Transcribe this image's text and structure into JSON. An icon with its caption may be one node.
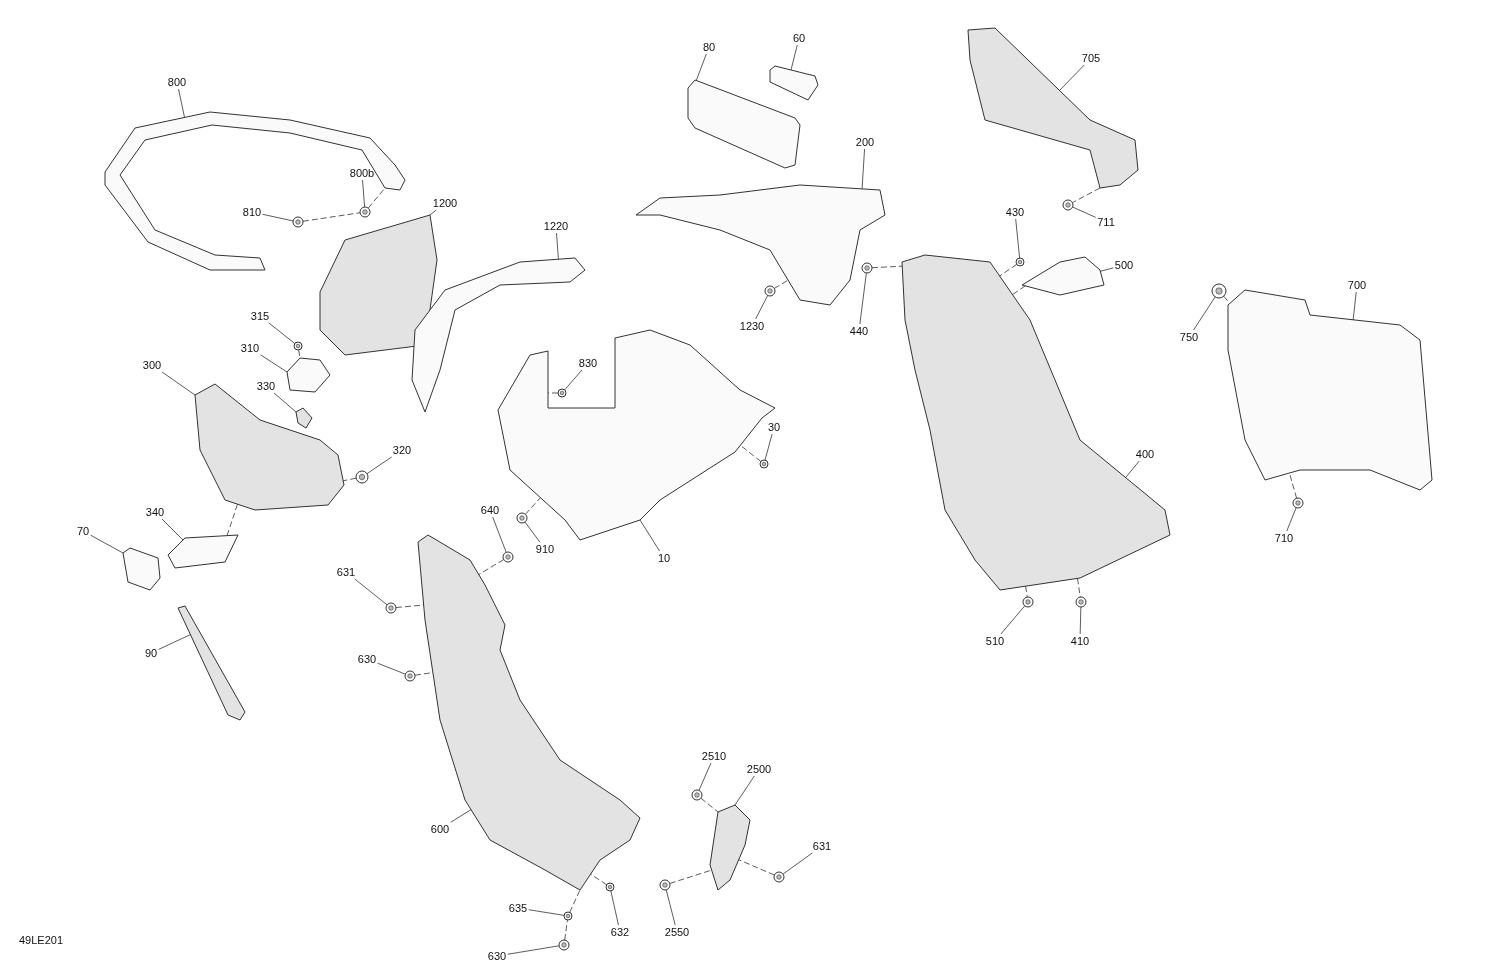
{
  "diagram": {
    "nodes": [
      {
        "text": [
          "800"
        ]
      },
      {
        "text": [],
        "shape": "picture"
      },
      {
        "text": [
          "800b"
        ]
      },
      {
        "text": [],
        "shape": "picture"
      },
      {
        "text": [
          "810"
        ]
      },
      {
        "text": [],
        "shape": "picture"
      },
      {
        "text": [
          "1200"
        ]
      },
      {
        "text": [],
        "shape": "picture"
      },
      {
        "text": [
          "1220"
        ]
      },
      {
        "text": [],
        "shape": "picture"
      },
      {
        "text": [
          "80"
        ]
      },
      {
        "text": [],
        "shape": "picture"
      },
      {
        "text": [
          "60"
        ]
      },
      {
        "text": [],
        "shape": "picture"
      },
      {
        "text": [
          "200"
        ]
      },
      {
        "text": [],
        "shape": "picture"
      },
      {
        "text": [
          "1230"
        ]
      },
      {
        "text": [],
        "shape": "picture"
      },
      {
        "text": [
          "440"
        ]
      },
      {
        "text": [],
        "shape": "picture"
      },
      {
        "text": [
          "705"
        ]
      },
      {
        "text": [],
        "shape": "picture"
      },
      {
        "text": [
          "711"
        ]
      },
      {
        "text": [],
        "shape": "picture"
      },
      {
        "text": [
          "430"
        ]
      },
      {
        "text": [],
        "shape": "picture"
      },
      {
        "text": [
          "500"
        ]
      },
      {
        "text": [],
        "shape": "picture"
      },
      {
        "text": [
          "400"
        ]
      },
      {
        "text": [],
        "shape": "picture"
      },
      {
        "text": [
          "750"
        ]
      },
      {
        "text": [],
        "shape": "picture"
      },
      {
        "text": [
          "700"
        ]
      },
      {
        "text": [],
        "shape": "picture"
      },
      {
        "text": [
          "710"
        ]
      },
      {
        "text": [],
        "shape": "picture"
      },
      {
        "text": [
          "510"
        ]
      },
      {
        "text": [],
        "shape": "picture"
      },
      {
        "text": [
          "410"
        ]
      },
      {
        "text": [],
        "shape": "picture"
      },
      {
        "text": [
          "830"
        ]
      },
      {
        "text": [],
        "shape": "picture"
      },
      {
        "text": [
          "30"
        ]
      },
      {
        "text": [],
        "shape": "picture"
      },
      {
        "text": [
          "10"
        ]
      },
      {
        "text": [],
        "shape": "picture"
      },
      {
        "text": [
          "910"
        ]
      },
      {
        "text": [],
        "shape": "picture"
      },
      {
        "text": [
          "640"
        ]
      },
      {
        "text": [],
        "shape": "picture"
      },
      {
        "text": [
          "315"
        ]
      },
      {
        "text": [],
        "shape": "picture"
      },
      {
        "text": [
          "310"
        ]
      },
      {
        "text": [],
        "shape": "picture"
      },
      {
        "text": [
          "330"
        ]
      },
      {
        "text": [],
        "shape": "picture"
      },
      {
        "text": [
          "300"
        ]
      },
      {
        "text": [],
        "shape": "picture"
      },
      {
        "text": [
          "320"
        ]
      },
      {
        "text": [],
        "shape": "picture"
      },
      {
        "text": [
          "340"
        ]
      },
      {
        "text": [],
        "shape": "picture"
      },
      {
        "text": [
          "70"
        ]
      },
      {
        "text": [],
        "shape": "picture"
      },
      {
        "text": [
          "90"
        ]
      },
      {
        "text": [],
        "shape": "picture"
      },
      {
        "text": [
          "631"
        ]
      },
      {
        "text": [],
        "shape": "picture"
      },
      {
        "text": [
          "630"
        ]
      },
      {
        "text": [],
        "shape": "picture"
      },
      {
        "text": [
          "600"
        ]
      },
      {
        "text": [],
        "shape": "picture"
      },
      {
        "text": [
          "2510"
        ]
      },
      {
        "text": [],
        "shape": "picture"
      },
      {
        "text": [
          "2500"
        ]
      },
      {
        "text": [],
        "shape": "picture"
      },
      {
        "text": [
          "631"
        ]
      },
      {
        "text": [],
        "shape": "picture"
      },
      {
        "text": [
          "635"
        ]
      },
      {
        "text": [],
        "shape": "picture"
      },
      {
        "text": [
          "632"
        ]
      },
      {
        "text": [],
        "shape": "picture"
      },
      {
        "text": [
          "2550"
        ]
      },
      {
        "text": [],
        "shape": "picture"
      },
      {
        "text": [
          "630"
        ]
      },
      {
        "text": [],
        "shape": "picture"
      }
    ],
    "edges": [
      {
        "from": 0,
        "to": 1,
        "arrow": "none"
      },
      {
        "from": 2,
        "to": 3,
        "arrow": "none"
      },
      {
        "from": 4,
        "to": 5,
        "arrow": "none"
      },
      {
        "from": 6,
        "to": 7,
        "arrow": "none"
      },
      {
        "from": 8,
        "to": 9,
        "arrow": "none"
      },
      {
        "from": 10,
        "to": 11,
        "arrow": "none"
      },
      {
        "from": 12,
        "to": 13,
        "arrow": "none"
      },
      {
        "from": 14,
        "to": 15,
        "arrow": "none"
      },
      {
        "from": 16,
        "to": 17,
        "arrow": "none"
      },
      {
        "from": 18,
        "to": 19,
        "arrow": "none"
      },
      {
        "from": 20,
        "to": 21,
        "arrow": "none"
      },
      {
        "from": 22,
        "to": 23,
        "arrow": "none"
      },
      {
        "from": 24,
        "to": 25,
        "arrow": "none"
      },
      {
        "from": 26,
        "to": 27,
        "arrow": "none"
      },
      {
        "from": 28,
        "to": 29,
        "arrow": "none"
      },
      {
        "from": 30,
        "to": 31,
        "arrow": "none"
      },
      {
        "from": 32,
        "to": 33,
        "arrow": "none"
      },
      {
        "from": 34,
        "to": 35,
        "arrow": "none"
      },
      {
        "from": 36,
        "to": 37,
        "arrow": "none"
      },
      {
        "from": 38,
        "to": 39,
        "arrow": "none"
      },
      {
        "from": 40,
        "to": 41,
        "arrow": "none"
      },
      {
        "from": 42,
        "to": 43,
        "arrow": "none"
      },
      {
        "from": 44,
        "to": 45,
        "arrow": "none"
      },
      {
        "from": 46,
        "to": 47,
        "arrow": "none"
      },
      {
        "from": 48,
        "to": 49,
        "arrow": "none"
      },
      {
        "from": 50,
        "to": 51,
        "arrow": "none"
      },
      {
        "from": 52,
        "to": 53,
        "arrow": "none"
      },
      {
        "from": 54,
        "to": 55,
        "arrow": "none"
      },
      {
        "from": 56,
        "to": 57,
        "arrow": "none"
      },
      {
        "from": 58,
        "to": 59,
        "arrow": "none"
      },
      {
        "from": 60,
        "to": 61,
        "arrow": "none"
      },
      {
        "from": 62,
        "to": 63,
        "arrow": "none"
      },
      {
        "from": 64,
        "to": 65,
        "arrow": "none"
      },
      {
        "from": 66,
        "to": 67,
        "arrow": "none"
      },
      {
        "from": 68,
        "to": 69,
        "arrow": "none"
      },
      {
        "from": 70,
        "to": 71,
        "arrow": "none"
      },
      {
        "from": 72,
        "to": 73,
        "arrow": "none"
      },
      {
        "from": 74,
        "to": 75,
        "arrow": "none"
      },
      {
        "from": 76,
        "to": 77,
        "arrow": "none"
      },
      {
        "from": 78,
        "to": 79,
        "arrow": "none"
      },
      {
        "from": 80,
        "to": 81,
        "arrow": "none"
      },
      {
        "from": 82,
        "to": 83,
        "arrow": "none"
      },
      {
        "from": 84,
        "to": 85,
        "arrow": "none"
      },
      {
        "from": 5,
        "to": 3,
        "arrow": "none",
        "style": "dashed"
      },
      {
        "from": 3,
        "to": 1,
        "arrow": "none",
        "style": "dashed"
      },
      {
        "from": 51,
        "to": 53,
        "arrow": "none",
        "style": "dashed"
      },
      {
        "from": 59,
        "to": 57,
        "arrow": "none",
        "style": "dashed"
      },
      {
        "from": 61,
        "to": 57,
        "arrow": "none",
        "style": "dashed"
      },
      {
        "from": 17,
        "to": 15,
        "arrow": "none",
        "style": "dashed"
      },
      {
        "from": 19,
        "to": 29,
        "arrow": "none",
        "style": "dashed"
      },
      {
        "from": 21,
        "to": 23,
        "arrow": "none",
        "style": "dashed"
      },
      {
        "from": 25,
        "to": 29,
        "arrow": "none",
        "style": "dashed"
      },
      {
        "from": 27,
        "to": 29,
        "arrow": "none",
        "style": "dashed"
      },
      {
        "from": 29,
        "to": 37,
        "arrow": "none",
        "style": "dashed"
      },
      {
        "from": 29,
        "to": 39,
        "arrow": "none",
        "style": "dashed"
      },
      {
        "from": 31,
        "to": 33,
        "arrow": "none",
        "style": "dashed"
      },
      {
        "from": 35,
        "to": 33,
        "arrow": "none",
        "style": "dashed"
      },
      {
        "from": 41,
        "to": 45,
        "arrow": "none",
        "style": "dashed"
      },
      {
        "from": 43,
        "to": 45,
        "arrow": "none",
        "style": "dashed"
      },
      {
        "from": 47,
        "to": 45,
        "arrow": "none",
        "style": "dashed"
      },
      {
        "from": 49,
        "to": 71,
        "arrow": "none",
        "style": "dashed"
      },
      {
        "from": 67,
        "to": 71,
        "arrow": "none",
        "style": "dashed"
      },
      {
        "from": 69,
        "to": 71,
        "arrow": "none",
        "style": "dashed"
      },
      {
        "from": 73,
        "to": 75,
        "arrow": "none",
        "style": "dashed"
      },
      {
        "from": 77,
        "to": 75,
        "arrow": "none",
        "style": "dashed"
      },
      {
        "from": 83,
        "to": 75,
        "arrow": "none",
        "style": "dashed"
      },
      {
        "from": 81,
        "to": 71,
        "arrow": "none",
        "style": "dashed"
      },
      {
        "from": 79,
        "to": 71,
        "arrow": "none",
        "style": "dashed"
      },
      {
        "from": 85,
        "to": 79,
        "arrow": "none",
        "style": "dashed"
      }
    ],
    "labels": [
      "49LE201"
    ]
  }
}
